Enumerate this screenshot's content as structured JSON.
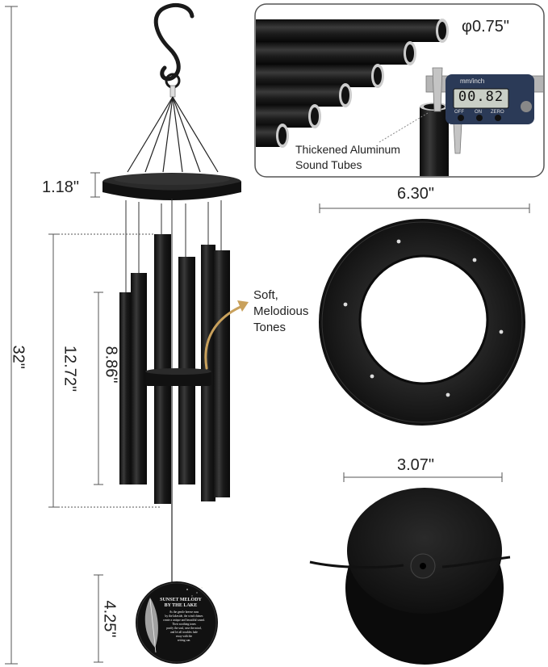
{
  "dimensions": {
    "overall_height": "32\"",
    "canopy_thickness": "1.18\"",
    "longest_tube": "12.72\"",
    "shortest_tube": "8.86\"",
    "plaque_height": "4.25\"",
    "canopy_diameter": "6.30\"",
    "striker_diameter": "3.07\"",
    "tube_diameter": "φ0.75\""
  },
  "callouts": {
    "tones_line1": "Soft,",
    "tones_line2": "Melodious",
    "tones_line3": "Tones",
    "tubes_line1": "Thickened Aluminum",
    "tubes_line2": "Sound Tubes"
  },
  "caliper": {
    "reading": "00.82",
    "unit_label": "mm/inch",
    "buttons": [
      "OFF",
      "ON",
      "ZERO"
    ]
  },
  "plaque": {
    "title_line1": "SUNSET MELODY",
    "title_line2": "BY THE LAKE",
    "poem": [
      "As the gentle breeze runs",
      "by the lakeside, the wind chimes",
      "create a unique and beautiful sound.",
      "Their soothing tones",
      "purify the soul, ease the mind,",
      "and let all troubles fade",
      "away with the",
      "setting sun."
    ]
  },
  "colors": {
    "product": "#1c1c1c",
    "dimension_line": "#555555",
    "arrow": "#c9a15c",
    "inset_border": "#555555"
  }
}
